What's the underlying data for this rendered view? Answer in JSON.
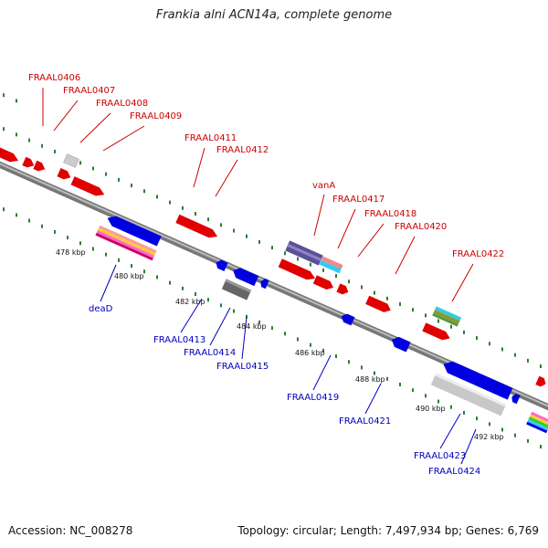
{
  "title": "Frankia alni ACN14a, complete genome",
  "accession_text": "Accession: NC_008278",
  "topology_text": "Topology: circular; Length: 7,497,934 bp; Genes: 6,769",
  "colors": {
    "forward_label": "#cc0000",
    "reverse_label": "#0000bb",
    "tick": "#2e7d32",
    "backbone": "#888888"
  },
  "scale_labels": [
    "478 kbp",
    "480 kbp",
    "482 kbp",
    "484 kbp",
    "486 kbp",
    "488 kbp",
    "490 kbp",
    "492 kbp"
  ],
  "forward_labels": [
    "FRAAL0406",
    "FRAAL0407",
    "FRAAL0408",
    "FRAAL0409",
    "FRAAL0411",
    "FRAAL0412",
    "vanA",
    "FRAAL0417",
    "FRAAL0418",
    "FRAAL0420",
    "FRAAL0422"
  ],
  "reverse_labels": [
    "deaD",
    "FRAAL0413",
    "FRAAL0414",
    "FRAAL0415",
    "FRAAL0419",
    "FRAAL0421",
    "FRAAL0423",
    "FRAAL0424"
  ]
}
